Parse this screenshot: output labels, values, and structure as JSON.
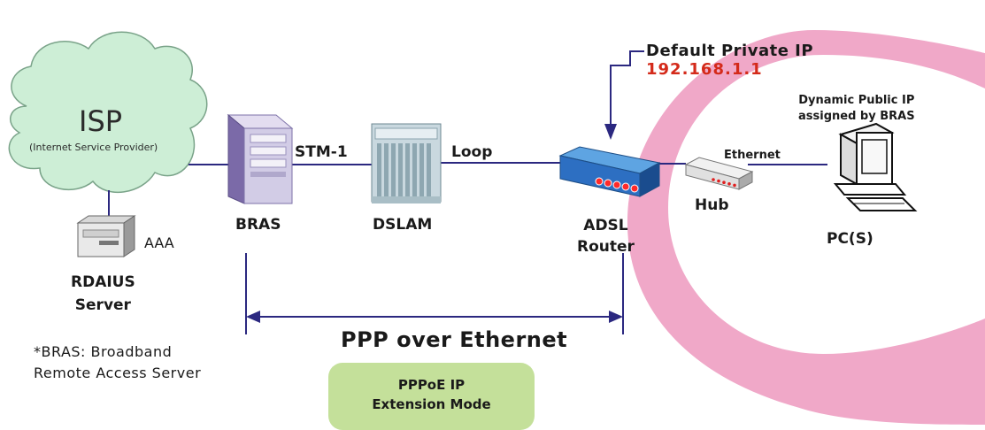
{
  "colors": {
    "line": "#2b2880",
    "cloud": "#cdeed6",
    "ring": "#f0a8c8",
    "highlight_ip": "#d42a1a",
    "mode_box": "#c4e09a"
  },
  "isp": {
    "title": "ISP",
    "subtitle": "(Internet Service Provider)"
  },
  "aaa": "AAA",
  "radius_server": {
    "line1": "RDAIUS",
    "line2": "Server"
  },
  "bras_note": {
    "line1": "*BRAS: Broadband",
    "line2": "Remote Access Server"
  },
  "links": {
    "stm": "STM-1",
    "loop": "Loop",
    "ethernet": "Ethernet"
  },
  "devices": {
    "bras": "BRAS",
    "dslam": "DSLAM",
    "adsl_line1": "ADSL",
    "adsl_line2": "Router",
    "hub": "Hub",
    "pcs": "PC(S)"
  },
  "dynamic_ip": {
    "line1": "Dynamic Public IP",
    "line2": "assigned by BRAS"
  },
  "default_private_ip": {
    "label": "Default Private IP",
    "value": "192.168.1.1"
  },
  "ppp_label": "PPP over Ethernet",
  "mode": {
    "line1": "PPPoE IP",
    "line2": "Extension Mode"
  }
}
